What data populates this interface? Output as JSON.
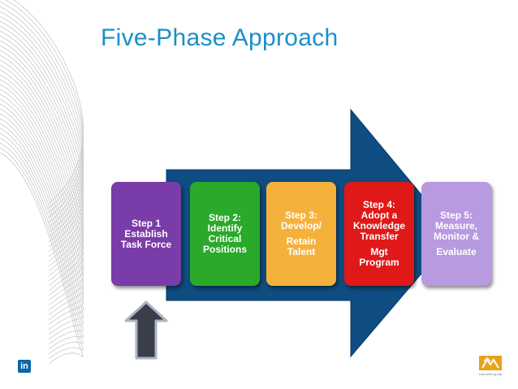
{
  "title": "Five-Phase Approach",
  "steps": [
    {
      "heading": [
        "Step 1",
        "Establish",
        "Task Force"
      ],
      "sub": [],
      "color": "#7a3ca8"
    },
    {
      "heading": [
        "Step 2:",
        "Identify",
        "Critical",
        "Positions"
      ],
      "sub": [],
      "color": "#2aa92a"
    },
    {
      "heading": [
        "Step 3:",
        "Develop/"
      ],
      "sub": [
        "Retain",
        "Talent"
      ],
      "color": "#f5b23a"
    },
    {
      "heading": [
        "Step 4:",
        "Adopt a",
        "Knowledge",
        "Transfer"
      ],
      "sub": [
        "Mgt",
        "Program"
      ],
      "color": "#e01818"
    },
    {
      "heading": [
        "Step 5:",
        "Measure,",
        "Monitor &"
      ],
      "sub": [
        "Evaluate"
      ],
      "color": "#b79ae0"
    }
  ],
  "colors": {
    "title": "#1b8fc9",
    "big_arrow": "#0f4c81",
    "up_arrow": "#3a3e4a",
    "brand_logo": "#e8a21c"
  },
  "icons": {
    "linkedin": "linkedin-icon",
    "brand": "company-logo-icon"
  },
  "footer": {
    "linkedin_text": "in",
    "brand_text": "corporate group"
  }
}
